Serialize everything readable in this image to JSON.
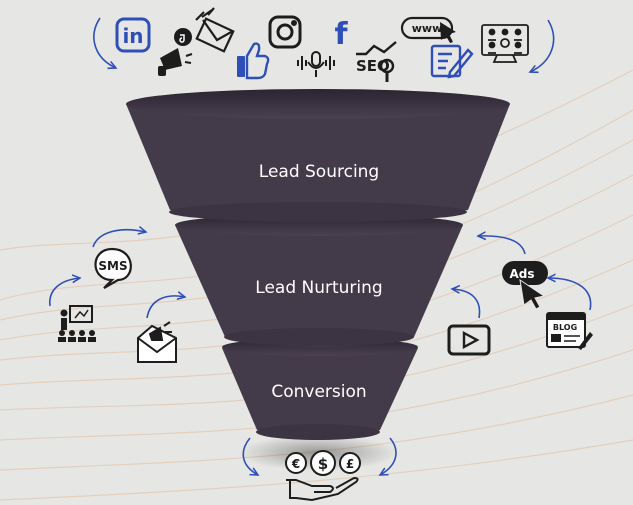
{
  "funnel": {
    "stages": [
      {
        "label": "Lead Sourcing"
      },
      {
        "label": "Lead Nurturing"
      },
      {
        "label": "Conversion"
      }
    ]
  },
  "icons": {
    "linkedin_text": "in",
    "facebook_text": "f",
    "seo_text": "SEO",
    "www_text": "www",
    "sms_text": "SMS",
    "ads_text": "Ads",
    "blog_text": "BLOG",
    "currency_symbols": [
      "€",
      "$",
      "£"
    ]
  },
  "colors": {
    "background": "#e6e7e4",
    "funnel_body": "#443b4a",
    "funnel_rim": "#332b39",
    "accent_blue": "#2f4fb8",
    "icon_dark": "#1d1d1d"
  }
}
